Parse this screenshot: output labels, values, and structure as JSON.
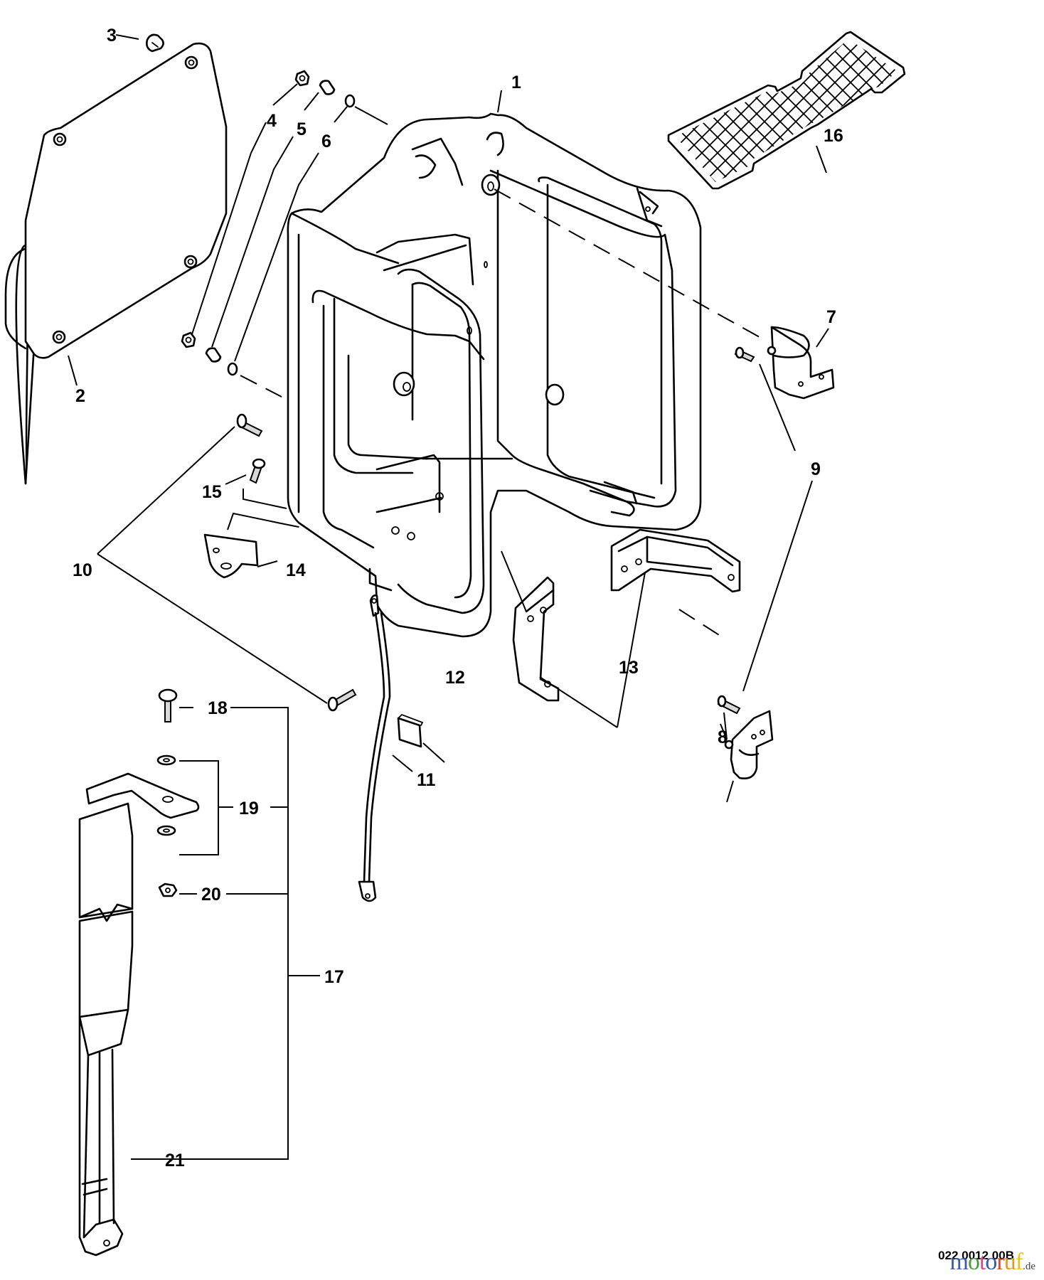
{
  "diagram": {
    "title": "Exploded parts view – frame assembly",
    "callouts": [
      {
        "id": "1",
        "label": "1"
      },
      {
        "id": "2",
        "label": "2"
      },
      {
        "id": "3",
        "label": "3"
      },
      {
        "id": "4",
        "label": "4"
      },
      {
        "id": "5",
        "label": "5"
      },
      {
        "id": "6",
        "label": "6"
      },
      {
        "id": "7",
        "label": "7"
      },
      {
        "id": "8",
        "label": "8"
      },
      {
        "id": "9",
        "label": "9"
      },
      {
        "id": "10",
        "label": "10"
      },
      {
        "id": "11",
        "label": "11"
      },
      {
        "id": "12",
        "label": "12"
      },
      {
        "id": "13",
        "label": "13"
      },
      {
        "id": "14",
        "label": "14"
      },
      {
        "id": "15",
        "label": "15"
      },
      {
        "id": "16",
        "label": "16"
      },
      {
        "id": "17",
        "label": "17"
      },
      {
        "id": "18",
        "label": "18"
      },
      {
        "id": "19",
        "label": "19"
      },
      {
        "id": "20",
        "label": "20"
      },
      {
        "id": "21",
        "label": "21"
      }
    ],
    "parts": {
      "frame": "frame",
      "cover_plate": "cover plate",
      "grommet": "grommet",
      "nut": "nut",
      "collar": "collar",
      "washer": "washer",
      "mount_upper": "mount",
      "mount_lower": "mount",
      "screw": "screw",
      "ground_wire": "ground wire",
      "pad": "pad",
      "handle_bracket": "bracket",
      "strap_bracket": "bracket",
      "grate": "grate",
      "harness_assembly": "harness"
    }
  },
  "footer": {
    "reference_code": "022 0012 00B",
    "logo": {
      "letters": [
        {
          "char": "m",
          "color": "#3b5aa8"
        },
        {
          "char": "o",
          "color": "#4a9a3c"
        },
        {
          "char": "t",
          "color": "#d8478a"
        },
        {
          "char": "o",
          "color": "#3b5aa8"
        },
        {
          "char": "r",
          "color": "#d8502a"
        },
        {
          "char": "u",
          "color": "#e59a1e"
        },
        {
          "char": "f",
          "color": "#e7c21c"
        }
      ],
      "tld": ".de"
    }
  }
}
